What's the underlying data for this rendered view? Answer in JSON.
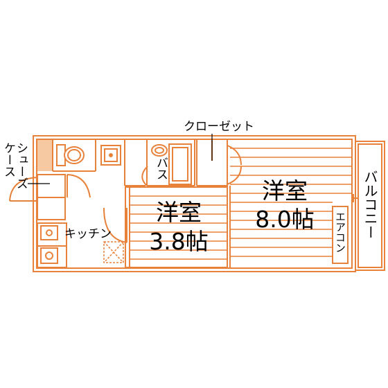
{
  "colors": {
    "line": "#E8813A",
    "fill": "#F6C9A3",
    "text": "#000000",
    "background": "#FFFFFF"
  },
  "labels": {
    "closet": "クローゼット",
    "shoe_case_1": "シューズ",
    "shoe_case_2": "ケース",
    "bath": "バス",
    "kitchen": "キッチン",
    "room_large_name": "洋室",
    "room_large_size": "8.0帖",
    "room_small_name": "洋室",
    "room_small_size": "3.8帖",
    "balcony": "バルコニー",
    "aircon": "エアコン"
  }
}
